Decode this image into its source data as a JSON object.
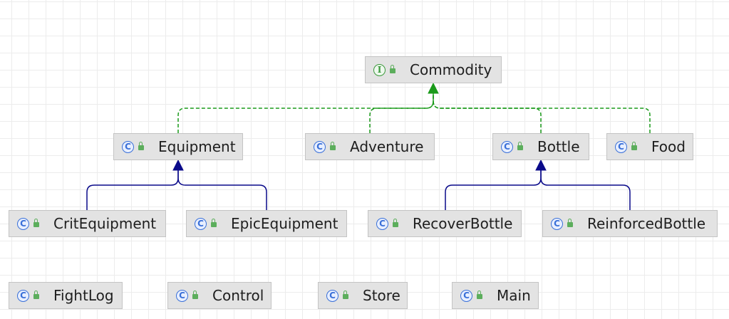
{
  "diagram": {
    "colors": {
      "realization": "#1a9a1a",
      "inheritance": "#0a0a8a",
      "node_fill": "#e3e3e3",
      "node_border": "#c4c4c4",
      "class_icon": "#3a70d8",
      "interface_icon": "#3c9a3c",
      "access_icon": "#5cae5c"
    },
    "icons": {
      "class": "C",
      "interface": "I"
    },
    "nodes": {
      "commodity": {
        "name": "Commodity",
        "kind": "interface",
        "icon": "interface-icon"
      },
      "equipment": {
        "name": "Equipment",
        "kind": "class",
        "icon": "class-icon"
      },
      "adventure": {
        "name": "Adventure",
        "kind": "class",
        "icon": "class-icon"
      },
      "bottle": {
        "name": "Bottle",
        "kind": "class",
        "icon": "class-icon"
      },
      "food": {
        "name": "Food",
        "kind": "class",
        "icon": "class-icon"
      },
      "crit_equipment": {
        "name": "CritEquipment",
        "kind": "class",
        "icon": "class-icon"
      },
      "epic_equipment": {
        "name": "EpicEquipment",
        "kind": "class",
        "icon": "class-icon"
      },
      "recover_bottle": {
        "name": "RecoverBottle",
        "kind": "class",
        "icon": "class-icon"
      },
      "reinforced_bottle": {
        "name": "ReinforcedBottle",
        "kind": "class",
        "icon": "class-icon"
      },
      "fight_log": {
        "name": "FightLog",
        "kind": "class",
        "icon": "class-icon"
      },
      "control": {
        "name": "Control",
        "kind": "class",
        "icon": "class-icon"
      },
      "store": {
        "name": "Store",
        "kind": "class",
        "icon": "class-icon"
      },
      "main": {
        "name": "Main",
        "kind": "class",
        "icon": "class-icon"
      }
    },
    "edges": [
      {
        "from": "equipment",
        "to": "commodity",
        "type": "realization"
      },
      {
        "from": "adventure",
        "to": "commodity",
        "type": "realization"
      },
      {
        "from": "bottle",
        "to": "commodity",
        "type": "realization"
      },
      {
        "from": "food",
        "to": "commodity",
        "type": "realization"
      },
      {
        "from": "crit_equipment",
        "to": "equipment",
        "type": "inheritance"
      },
      {
        "from": "epic_equipment",
        "to": "equipment",
        "type": "inheritance"
      },
      {
        "from": "recover_bottle",
        "to": "bottle",
        "type": "inheritance"
      },
      {
        "from": "reinforced_bottle",
        "to": "bottle",
        "type": "inheritance"
      }
    ]
  }
}
